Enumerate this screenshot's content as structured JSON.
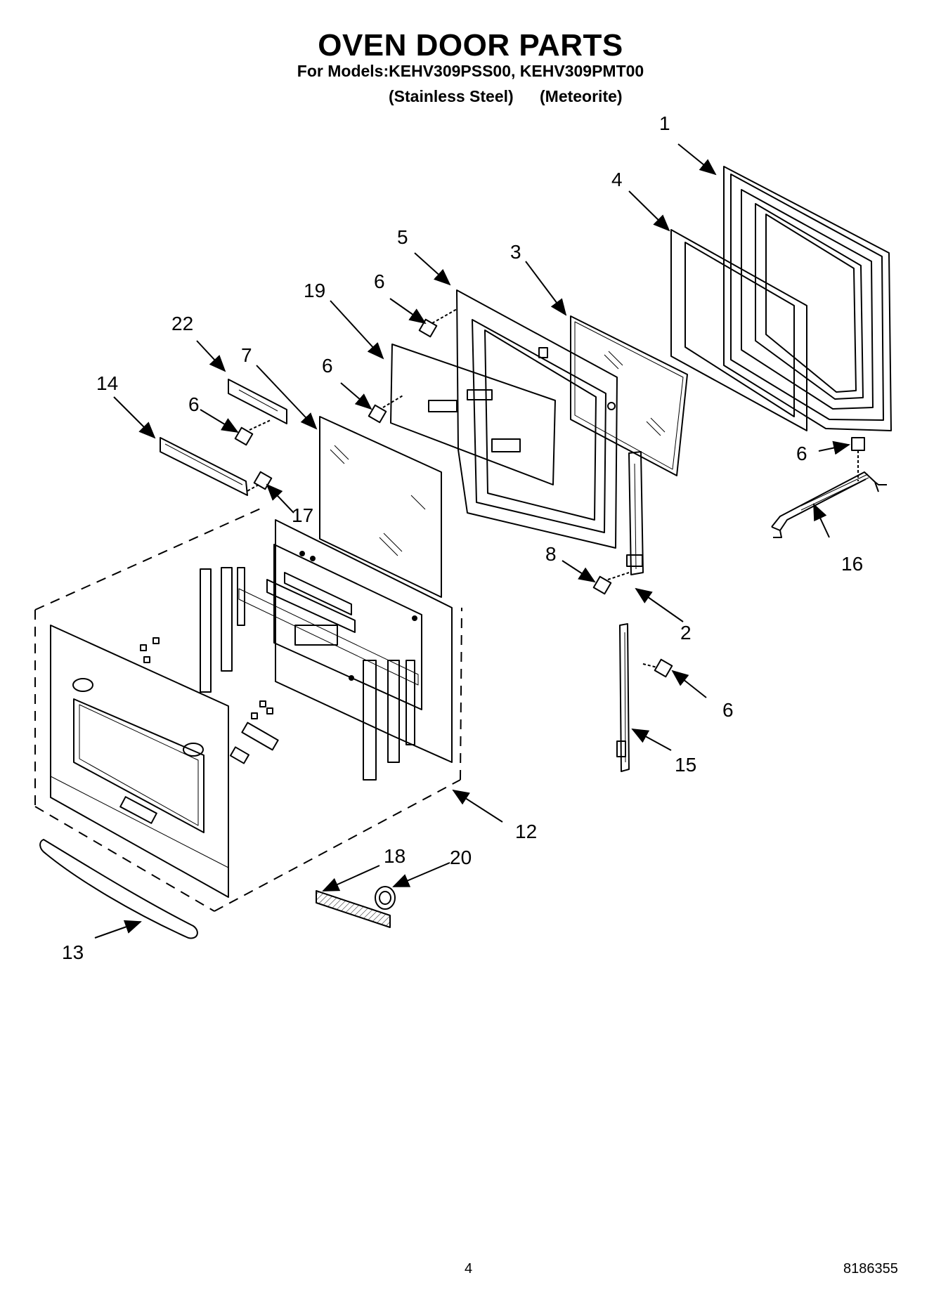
{
  "header": {
    "title": "OVEN DOOR PARTS",
    "models_line": "For Models:KEHV309PSS00, KEHV309PMT00",
    "variant_1": "(Stainless Steel)",
    "variant_2": "(Meteorite)"
  },
  "callouts": [
    {
      "id": "c1",
      "label": "1"
    },
    {
      "id": "c2",
      "label": "2"
    },
    {
      "id": "c3",
      "label": "3"
    },
    {
      "id": "c4",
      "label": "4"
    },
    {
      "id": "c5",
      "label": "5"
    },
    {
      "id": "c6a",
      "label": "6"
    },
    {
      "id": "c6b",
      "label": "6"
    },
    {
      "id": "c6c",
      "label": "6"
    },
    {
      "id": "c6d",
      "label": "6"
    },
    {
      "id": "c6e",
      "label": "6"
    },
    {
      "id": "c7",
      "label": "7"
    },
    {
      "id": "c8",
      "label": "8"
    },
    {
      "id": "c12",
      "label": "12"
    },
    {
      "id": "c13",
      "label": "13"
    },
    {
      "id": "c14",
      "label": "14"
    },
    {
      "id": "c15",
      "label": "15"
    },
    {
      "id": "c16",
      "label": "16"
    },
    {
      "id": "c17",
      "label": "17"
    },
    {
      "id": "c18",
      "label": "18"
    },
    {
      "id": "c19",
      "label": "19"
    },
    {
      "id": "c20",
      "label": "20"
    },
    {
      "id": "c22",
      "label": "22"
    }
  ],
  "footer": {
    "page_number": "4",
    "document_number": "8186355"
  }
}
